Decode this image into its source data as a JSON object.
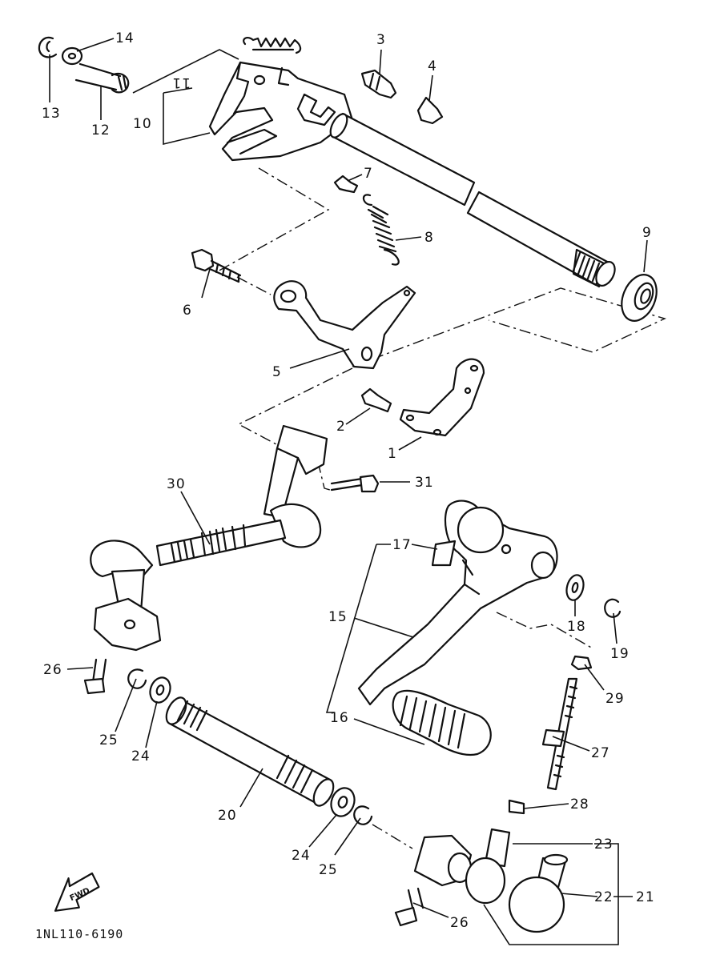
{
  "diagram": {
    "code": "1NL110-6190",
    "direction_mark": "FWD",
    "callouts": {
      "c1": "1",
      "c2": "2",
      "c3": "3",
      "c4": "4",
      "c5": "5",
      "c6": "6",
      "c7": "7",
      "c8": "8",
      "c9": "9",
      "c10": "10",
      "c11": "11",
      "c12": "12",
      "c13": "13",
      "c14": "14",
      "c15": "15",
      "c16": "16",
      "c17": "17",
      "c18": "18",
      "c19": "19",
      "c20": "20",
      "c21": "21",
      "c22": "22",
      "c23": "23",
      "c24a": "24",
      "c24b": "24",
      "c25a": "25",
      "c25b": "25",
      "c26a": "26",
      "c26b": "26",
      "c27": "27",
      "c28": "28",
      "c29": "29",
      "c30": "30",
      "c31": "31"
    }
  }
}
